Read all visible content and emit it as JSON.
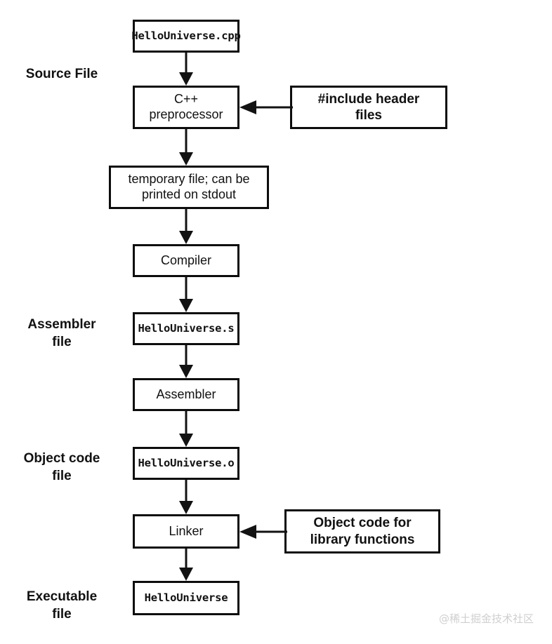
{
  "diagram": {
    "title": "C++ compilation pipeline",
    "accent_color": "#111111",
    "background_color": "#ffffff",
    "watermark": "@稀土掘金技术社区"
  },
  "stage_labels": [
    {
      "id": "source-file",
      "text": "Source File"
    },
    {
      "id": "assembler-file",
      "text": "Assembler\nfile"
    },
    {
      "id": "object-code-file",
      "text": "Object code\nfile"
    },
    {
      "id": "executable-file",
      "text": "Executable\nfile"
    }
  ],
  "nodes": [
    {
      "id": "source-cpp",
      "label": "HelloUniverse.cpp",
      "kind": "file"
    },
    {
      "id": "preprocessor",
      "label": "C++\npreprocessor",
      "kind": "process"
    },
    {
      "id": "temp-file",
      "label": "temporary file; can be\nprinted on stdout",
      "kind": "process"
    },
    {
      "id": "compiler",
      "label": "Compiler",
      "kind": "process"
    },
    {
      "id": "assembly-file",
      "label": "HelloUniverse.s",
      "kind": "file"
    },
    {
      "id": "assembler",
      "label": "Assembler",
      "kind": "process"
    },
    {
      "id": "object-file",
      "label": "HelloUniverse.o",
      "kind": "file"
    },
    {
      "id": "linker",
      "label": "Linker",
      "kind": "process"
    },
    {
      "id": "executable",
      "label": "HelloUniverse",
      "kind": "file"
    },
    {
      "id": "include-headers",
      "label": "#include header\nfiles",
      "kind": "input"
    },
    {
      "id": "library-objects",
      "label": "Object code for\nlibrary functions",
      "kind": "input"
    }
  ],
  "edges": [
    {
      "from": "source-cpp",
      "to": "preprocessor",
      "direction": "down"
    },
    {
      "from": "preprocessor",
      "to": "temp-file",
      "direction": "down"
    },
    {
      "from": "temp-file",
      "to": "compiler",
      "direction": "down"
    },
    {
      "from": "compiler",
      "to": "assembly-file",
      "direction": "down"
    },
    {
      "from": "assembly-file",
      "to": "assembler",
      "direction": "down"
    },
    {
      "from": "assembler",
      "to": "object-file",
      "direction": "down"
    },
    {
      "from": "object-file",
      "to": "linker",
      "direction": "down"
    },
    {
      "from": "linker",
      "to": "executable",
      "direction": "down"
    },
    {
      "from": "include-headers",
      "to": "preprocessor",
      "direction": "left"
    },
    {
      "from": "library-objects",
      "to": "linker",
      "direction": "left"
    }
  ]
}
